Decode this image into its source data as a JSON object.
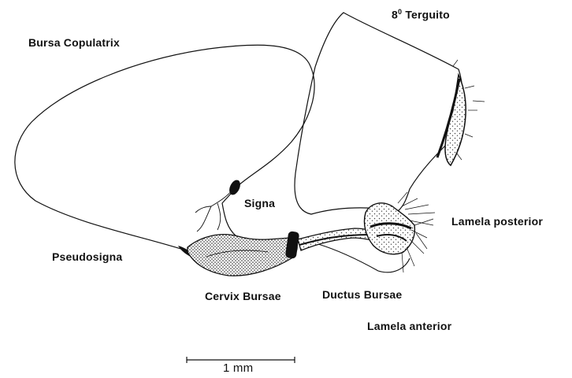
{
  "labels": {
    "bursa_copulatrix": "Bursa Copulatrix",
    "tergite_number": "8",
    "tergite_superscript": "0",
    "tergite_word": "Terguito",
    "signa": "Signa",
    "lamela_posterior": "Lamela posterior",
    "pseudosigna": "Pseudosigna",
    "cervix_bursae": "Cervix Bursae",
    "ductus_bursae": "Ductus Bursae",
    "lamela_anterior": "Lamela anterior"
  },
  "scale_bar": {
    "label": "1 mm"
  },
  "colors": {
    "ink": "#111111",
    "background": "#ffffff",
    "stipple": "#555555"
  }
}
